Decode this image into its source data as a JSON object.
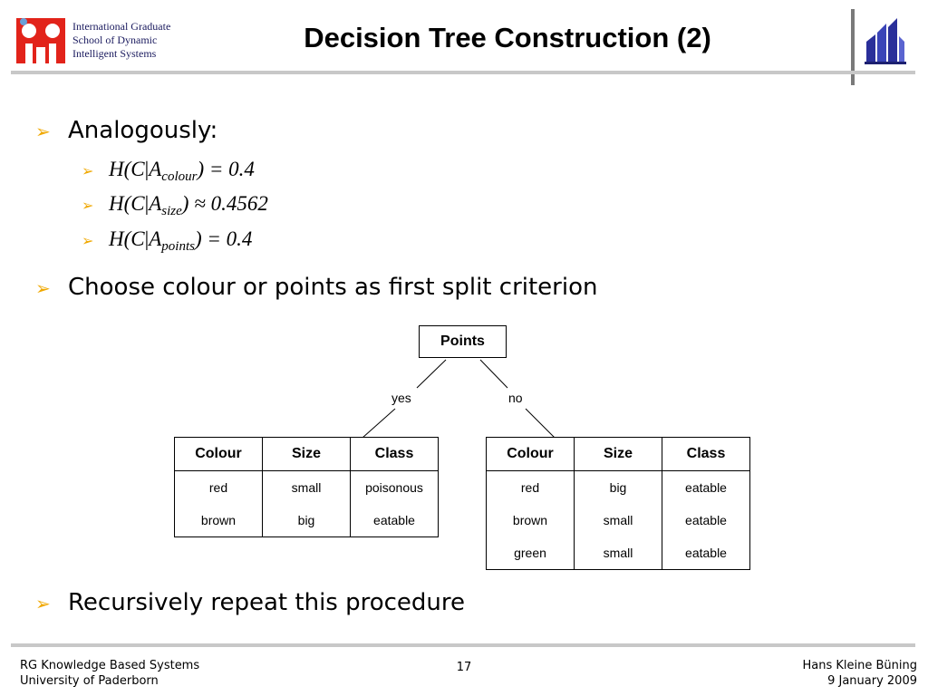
{
  "header": {
    "institution": "International Graduate\nSchool of Dynamic\nIntelligent Systems",
    "title": "Decision Tree Construction (2)"
  },
  "bullets": {
    "analogously": "Analogously:",
    "sub": [
      {
        "sub": "colour",
        "value": ") = 0.4"
      },
      {
        "sub": "size",
        "value": ") ≈ 0.4562"
      },
      {
        "sub": "points",
        "value": ") = 0.4"
      }
    ],
    "choose": "Choose colour or points as first split criterion",
    "recursive": "Recursively repeat this procedure"
  },
  "tree": {
    "root": "Points",
    "edge_yes": "yes",
    "edge_no": "no",
    "headers": [
      "Colour",
      "Size",
      "Class"
    ],
    "left_rows": [
      [
        "red",
        "small",
        "poisonous"
      ],
      [
        "brown",
        "big",
        "eatable"
      ]
    ],
    "right_rows": [
      [
        "red",
        "big",
        "eatable"
      ],
      [
        "brown",
        "small",
        "eatable"
      ],
      [
        "green",
        "small",
        "eatable"
      ]
    ]
  },
  "footer": {
    "group": "RG Knowledge Based Systems",
    "university": "University of Paderborn",
    "page": "17",
    "author": "Hans Kleine Büning",
    "date": "9 January 2009"
  },
  "colors": {
    "bullet_arrow": "#f0a800",
    "logo_red": "#e2231a",
    "logo_blue": "#2a2f9a"
  }
}
